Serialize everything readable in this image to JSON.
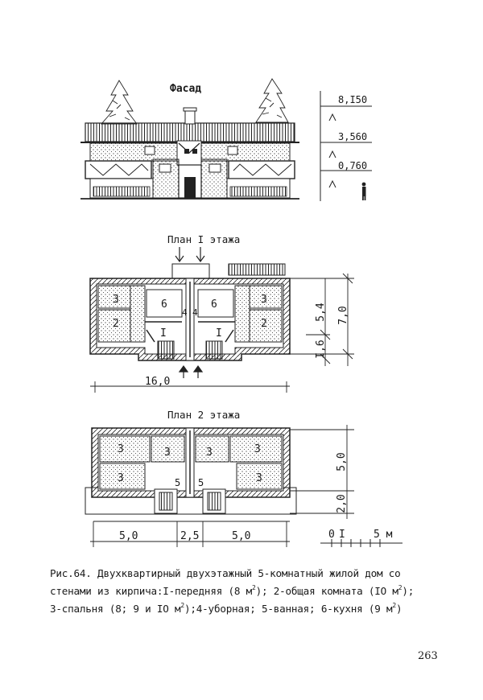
{
  "facade": {
    "title": "Фасад",
    "levels": [
      "8,I50",
      "3,560",
      "0,760"
    ]
  },
  "plan1": {
    "title": "План I этажа",
    "room_labels": [
      "3",
      "2",
      "6",
      "4",
      "4",
      "6",
      "3",
      "2",
      "I",
      "I"
    ],
    "dims": [
      "16,0",
      "5,4",
      "7,0",
      "I,6"
    ]
  },
  "plan2": {
    "title": "План 2 этажа",
    "room_labels": [
      "3",
      "3",
      "3",
      "3",
      "3",
      "3",
      "5",
      "5"
    ],
    "dims": [
      "5,0",
      "2,5",
      "5,0",
      "5,0",
      "2,0"
    ]
  },
  "scale": {
    "zero": "0",
    "one": "I",
    "five": "5 м"
  },
  "caption": {
    "l1": "Рис.64. Двухквартирный двухэтажный 5-комнатный жилой дом  со",
    "l2a": "стенами из кирпича:I-передняя (8 м",
    "l2b": "); 2-общая комната (IO м",
    "l2c": ");",
    "l3a": "3-спальня (8; 9 и IO м",
    "l3b": ");4-уборная; 5-ванная; 6-кухня (9 м",
    "l3c": ")",
    "sup": "2"
  },
  "page_number": "263"
}
